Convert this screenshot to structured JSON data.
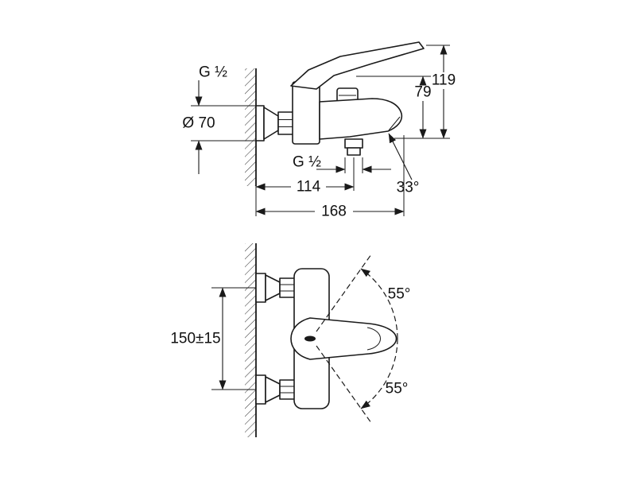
{
  "drawing": {
    "type": "technical-dimension-drawing",
    "line_color": "#1a1a1a",
    "background": "#ffffff",
    "side_view": {
      "thread_label_top": "G ½",
      "diameter_label": "Ø 70",
      "overall_height": "119",
      "body_height": "79",
      "thread_label_bottom": "G ½",
      "spout_reach": "114",
      "spout_angle": "33°",
      "overall_depth": "168"
    },
    "plan_view": {
      "mounting_distance": "150±15",
      "handle_swing_upper": "55°",
      "handle_swing_lower": "55°"
    }
  }
}
